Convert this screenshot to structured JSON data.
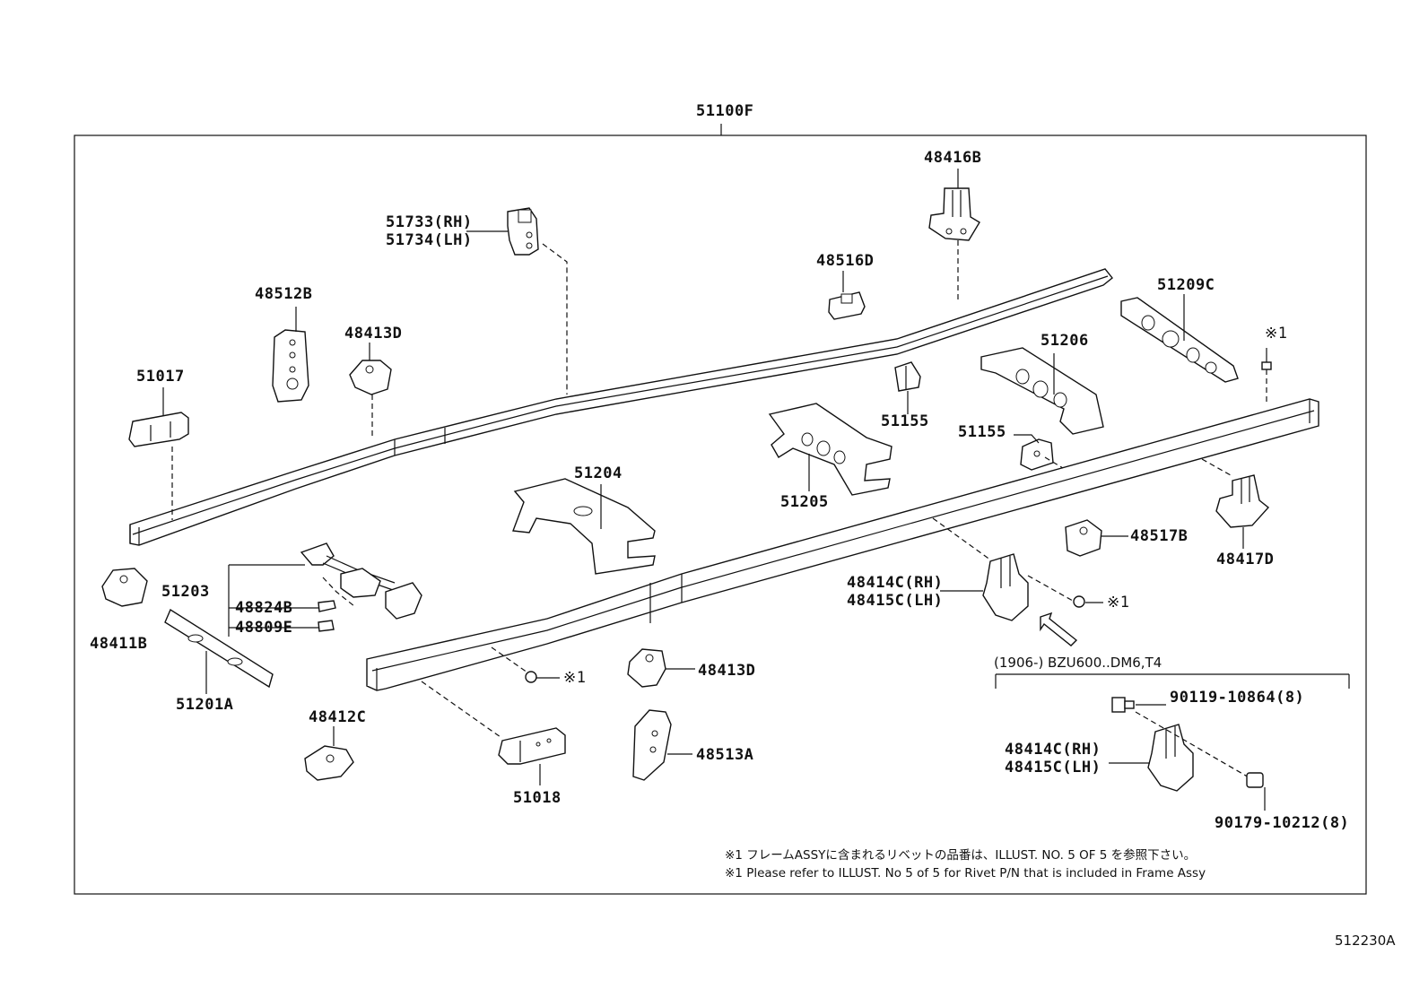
{
  "diagram": {
    "assembly_label": "51100F",
    "figure_code": "512230A",
    "parts": {
      "p51733": "51733(RH)",
      "p51734": "51734(LH)",
      "p48416B": "48416B",
      "p48516D": "48516D",
      "p51209C": "51209C",
      "p48512B": "48512B",
      "p48413D_top": "48413D",
      "p51017": "51017",
      "p51206": "51206",
      "p51155_a": "51155",
      "p51155_b": "51155",
      "p51204": "51204",
      "p51205": "51205",
      "p51203": "51203",
      "p48824B": "48824B",
      "p48809E": "48809E",
      "p48411B": "48411B",
      "p51201A": "51201A",
      "p48517B": "48517B",
      "p48417D": "48417D",
      "p48414C": "48414C(RH)",
      "p48415C": "48415C(LH)",
      "p48413D_bot": "48413D",
      "p48412C": "48412C",
      "p51018": "51018",
      "p48513A": "48513A",
      "p48414C_b": "48414C(RH)",
      "p48415C_b": "48415C(LH)",
      "p90119": "90119-10864(8)",
      "p90179": "90179-10212(8)"
    },
    "rivet_marks": {
      "top_right": "※1",
      "mid_right": "※1",
      "bottom_left": "※1"
    },
    "variant_group_label": "(1906-) BZU600..DM6,T4",
    "notes": {
      "jp": "※1 フレームASSYに含まれるリベットの品番は、ILLUST. NO. 5 OF 5 を参照下さい。",
      "en": "※1 Please refer to ILLUST. No 5 of 5 for Rivet P/N that is included in Frame Assy"
    }
  }
}
